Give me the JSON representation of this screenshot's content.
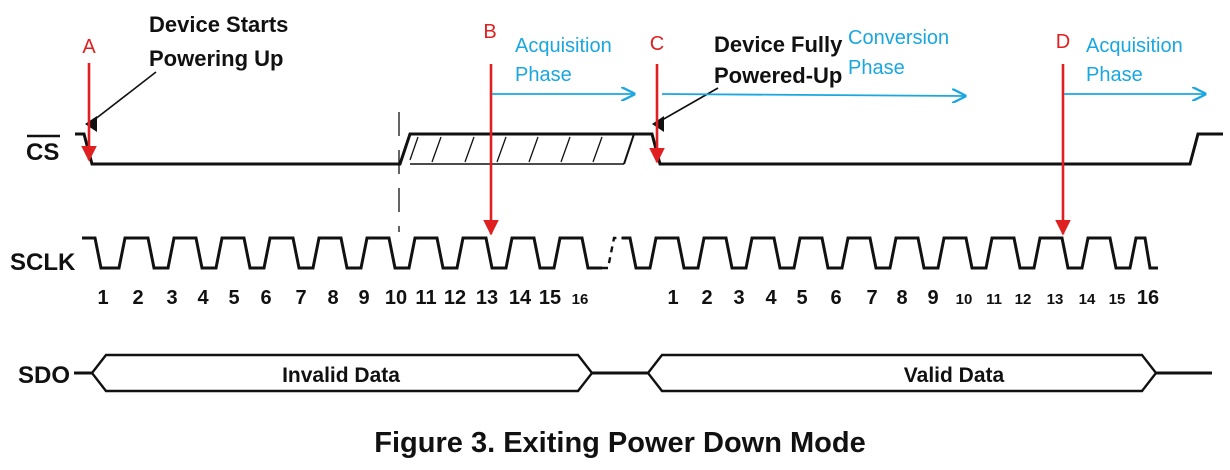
{
  "signals": {
    "cs_label": "CS",
    "sclk_label": "SCLK",
    "sdo_label": "SDO"
  },
  "markers": {
    "a": "A",
    "b": "B",
    "c": "C",
    "d": "D"
  },
  "phases": {
    "acq1_line1": "Acquisition",
    "acq1_line2": "Phase",
    "conv_line1": "Conversion",
    "conv_line2": "Phase",
    "acq2_line1": "Acquisition",
    "acq2_line2": "Phase"
  },
  "notes": {
    "start_line1": "Device Starts",
    "start_line2": "Powering Up",
    "full_line1": "Device Fully",
    "full_line2": "Powered-Up"
  },
  "sclk": {
    "cycle_labels_1": [
      "1",
      "2",
      "3",
      "4",
      "5",
      "6",
      "7",
      "8",
      "9",
      "10",
      "11",
      "12",
      "13",
      "14",
      "15",
      "16"
    ],
    "cycle_labels_2": [
      "1",
      "2",
      "3",
      "4",
      "5",
      "6",
      "7",
      "8",
      "9",
      "10",
      "11",
      "12",
      "13",
      "14",
      "15",
      "16"
    ]
  },
  "sdo": {
    "invalid": "Invalid Data",
    "valid": "Valid Data"
  },
  "caption": "Figure 3.  Exiting Power Down Mode",
  "colors": {
    "marker": "#e02020",
    "phase": "#1aa7e0",
    "signal": "#111111"
  }
}
